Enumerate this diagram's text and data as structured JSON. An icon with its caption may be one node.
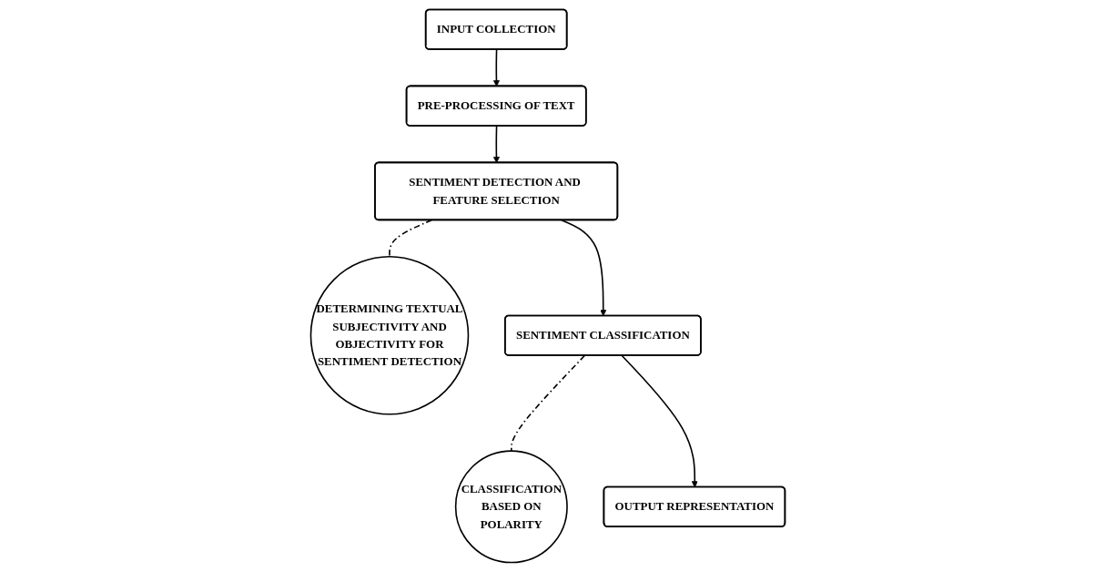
{
  "diagram": {
    "nodes": [
      {
        "text": [
          "INPUT COLLECTION"
        ]
      },
      {
        "text": [
          "PRE-PROCESSING OF TEXT"
        ]
      },
      {
        "text": [
          "SENTIMENT DETECTION AND FEATURE SELECTION"
        ]
      },
      {
        "text": [
          "DETERMINING TEXTUAL SUBJECTIVITY AND OBJECTIVITY FOR SENTIMENT DETECTION"
        ]
      },
      {
        "text": [
          "SENTIMENT CLASSIFICATION"
        ]
      },
      {
        "text": [
          "CLASSIFICATION BASED ON POLARITY"
        ]
      },
      {
        "text": [
          "OUTPUT REPRESENTATION"
        ]
      }
    ],
    "edges": [
      {
        "from": 0,
        "to": 1,
        "arrow": "to"
      },
      {
        "from": 1,
        "to": 2,
        "arrow": "to"
      },
      {
        "from": 2,
        "to": 3,
        "arrow": "none",
        "style": "dashed"
      },
      {
        "from": 2,
        "to": 4,
        "arrow": "to"
      },
      {
        "from": 4,
        "to": 5,
        "arrow": "none",
        "style": "dashed"
      },
      {
        "from": 4,
        "to": 6,
        "arrow": "to"
      }
    ]
  }
}
